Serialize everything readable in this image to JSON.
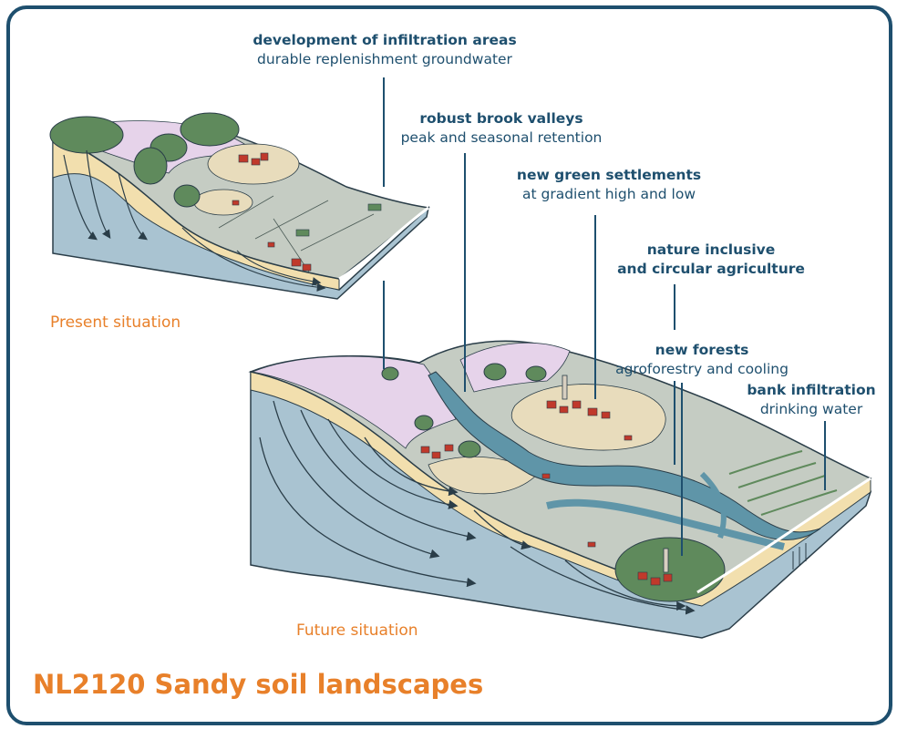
{
  "title": "NL2120 Sandy soil landscapes",
  "captions": {
    "present": "Present situation",
    "future": "Future situation"
  },
  "labels": [
    {
      "id": "infiltration",
      "bold": "development of infiltration areas",
      "normal": "durable replenishment groundwater"
    },
    {
      "id": "brook",
      "bold": "robust brook valleys",
      "normal": "peak and seasonal retention"
    },
    {
      "id": "settlements",
      "bold": "new green settlements",
      "normal": "at gradient high and low"
    },
    {
      "id": "agriculture",
      "bold": "nature inclusive",
      "bold2": "and circular agriculture"
    },
    {
      "id": "forests",
      "bold": "new forests",
      "normal": "agroforestry and cooling"
    },
    {
      "id": "bank",
      "bold": "bank infiltration",
      "normal": "drinking water"
    }
  ],
  "colors": {
    "frame": "#1e4f6e",
    "label_text": "#1e4f6e",
    "accent_orange": "#e8802a",
    "groundwater": "#a9c3d1",
    "sand": "#f2dfae",
    "heath": "#e6d3ea",
    "grassland": "#c5ccc3",
    "forest": "#5f8a5c",
    "river": "#5f95a8"
  }
}
